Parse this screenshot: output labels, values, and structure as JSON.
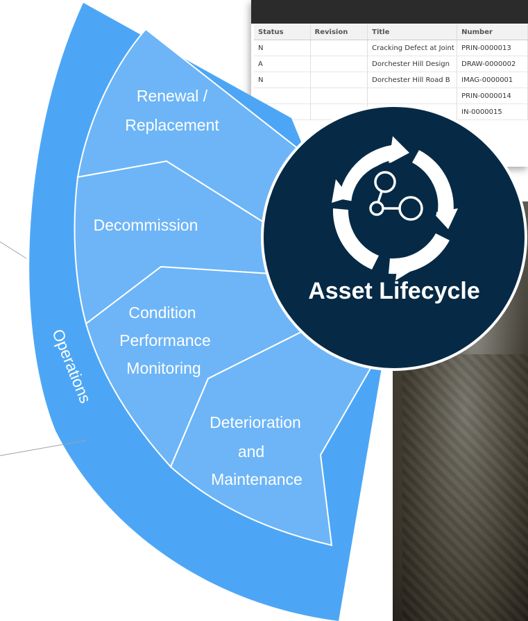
{
  "document_table": {
    "headers": {
      "status": "Status",
      "revision": "Revision",
      "title": "Title",
      "number": "Number"
    },
    "rows": [
      {
        "status": "N",
        "revision": "",
        "title": "Cracking Defect at Joint",
        "number": "PRIN-0000013"
      },
      {
        "status": "A",
        "revision": "",
        "title": "Dorchester Hill Design",
        "number": "DRAW-0000002"
      },
      {
        "status": "N",
        "revision": "",
        "title": "Dorchester Hill Road B",
        "number": "IMAG-0000001"
      },
      {
        "status": "",
        "revision": "",
        "title": "",
        "number": "PRIN-0000014"
      },
      {
        "status": "",
        "revision": "",
        "title": "",
        "number": "IN-0000015"
      }
    ]
  },
  "diagram": {
    "outer_ring_label": "Operations",
    "segments": {
      "renewal": [
        "Renewal /",
        "Replacement"
      ],
      "decommission": [
        "Decommission"
      ],
      "condition": [
        "Condition",
        "Performance",
        "Monitoring"
      ],
      "deterioration": [
        "Deterioration",
        "and",
        "Maintenance"
      ]
    },
    "center_title": "Asset Lifecycle",
    "colors": {
      "outer_ring": "#4da6f5",
      "segments": "#6db5f7",
      "center": "#062a45"
    }
  }
}
